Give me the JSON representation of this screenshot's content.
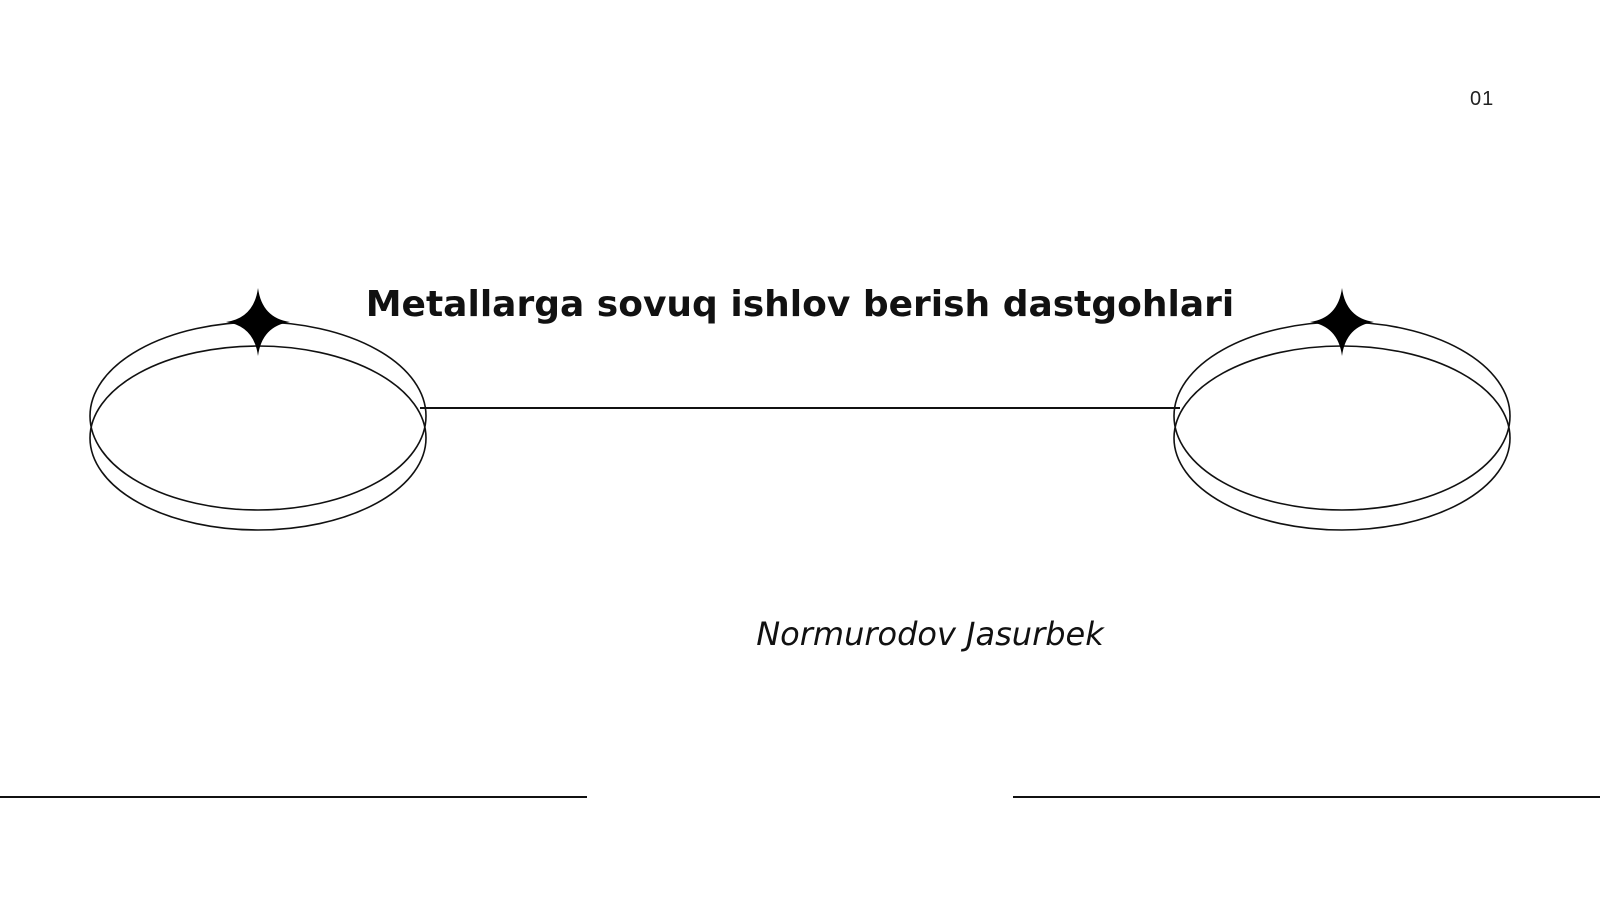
{
  "slide": {
    "page_number": "01",
    "title": "Metallarga sovuq ishlov berish dastgohlari",
    "author": "Normurodov Jasurbek"
  },
  "colors": {
    "background": "#ffffff",
    "ink": "#111111"
  },
  "icons": [
    "sparkle-star-icon",
    "sparkle-star-icon"
  ]
}
